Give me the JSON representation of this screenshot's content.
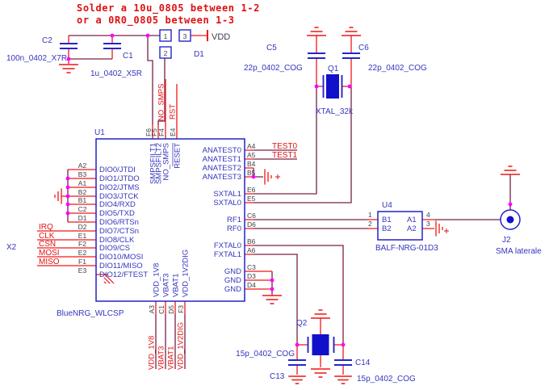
{
  "note": {
    "line1": "Solder a 10u_0805 between 1-2",
    "line2": "or a 0R0_0805 between 1-3"
  },
  "power": {
    "vdd": "VDD"
  },
  "x2": "X2",
  "u1": {
    "ref": "U1",
    "part": "BlueNRG_WLCSP",
    "left": [
      {
        "n": "A2",
        "p": "DIO0/JTDI"
      },
      {
        "n": "B3",
        "p": "DIO1/JTDO"
      },
      {
        "n": "A1",
        "p": "DIO2/JTMS"
      },
      {
        "n": "B2",
        "p": "DIO3/JTCK"
      },
      {
        "n": "B1",
        "p": "DIO4/RXD"
      },
      {
        "n": "C2",
        "p": "DIO5/TXD"
      },
      {
        "n": "D1",
        "p": "DIO6/RTSn"
      },
      {
        "n": "D2",
        "p": "DIO7/CTSn"
      },
      {
        "n": "E1",
        "p": "DIO8/CLK"
      },
      {
        "n": "F2",
        "p": "DIO9/CS"
      },
      {
        "n": "E2",
        "p": "DIO10/MOSI"
      },
      {
        "n": "F1",
        "p": "DIO11/MISO"
      },
      {
        "n": "E3",
        "p": "DIO12/FTEST"
      }
    ],
    "right": [
      {
        "n": "A4",
        "p": "ANATEST0"
      },
      {
        "n": "A5",
        "p": "ANATEST1"
      },
      {
        "n": "B4",
        "p": "ANATEST2"
      },
      {
        "n": "B5",
        "p": "ANATEST3"
      },
      {
        "n": "E6",
        "p": "SXTAL1"
      },
      {
        "n": "E5",
        "p": "SXTAL0"
      },
      {
        "n": "C6",
        "p": "RF1"
      },
      {
        "n": "D6",
        "p": "RF0"
      },
      {
        "n": "B6",
        "p": "FXTAL0"
      },
      {
        "n": "A6",
        "p": "FXTAL1"
      },
      {
        "n": "C3",
        "p": "GND"
      },
      {
        "n": "D3",
        "p": "GND"
      },
      {
        "n": "D4",
        "p": "GND"
      }
    ],
    "top": [
      {
        "n": "F6",
        "p": "SMPSFILT1"
      },
      {
        "n": "F5",
        "p": "SMPSFILT2"
      },
      {
        "n": "F4",
        "p": "NO_SMPS"
      },
      {
        "n": "E4",
        "p": "RESET"
      }
    ],
    "bottom": [
      {
        "n": "A3",
        "p": "VDD_1V8"
      },
      {
        "n": "C1",
        "p": "VBAT3"
      },
      {
        "n": "D5",
        "p": "VBAT1"
      },
      {
        "n": "F3",
        "p": "VDD_1V2DIG"
      }
    ]
  },
  "nets": {
    "irq": "IRQ",
    "clk": "CLK",
    "csn": "CSN",
    "mosi": "MOSI",
    "miso": "MISO",
    "no_smps": "NO_SMPS",
    "rst": "RST",
    "test0": "TEST0",
    "test1": "TEST1",
    "vdd_1v8": "VDD_1V8",
    "vbat3": "VBAT3",
    "vbat1": "VBAT1",
    "vdd_1v2dig": "VDD_1V2DIG"
  },
  "c2": {
    "ref": "C2",
    "value": "100n_0402_X7R"
  },
  "c1": {
    "ref": "C1",
    "value": "1u_0402_X5R"
  },
  "d1": {
    "ref": "D1",
    "pad1": "1",
    "pad2": "2",
    "pad3": "3"
  },
  "c5": {
    "ref": "C5",
    "value": "22p_0402_COG"
  },
  "c6": {
    "ref": "C6",
    "value": "22p_0402_COG"
  },
  "q1": {
    "ref": "Q1",
    "value": "XTAL_32k"
  },
  "q2": {
    "ref": "Q2"
  },
  "c13": {
    "ref": "C13",
    "value": "15p_0402_COG"
  },
  "c14": {
    "ref": "C14",
    "value": "15p_0402_COG"
  },
  "u4": {
    "ref": "U4",
    "part": "BALF-NRG-01D3",
    "b1": "B1",
    "b2": "B2",
    "a1": "A1",
    "a2": "A2",
    "n1": "1",
    "n2": "2",
    "n3": "3",
    "n4": "4"
  },
  "j2": {
    "ref": "J2",
    "value": "SMA laterale"
  }
}
